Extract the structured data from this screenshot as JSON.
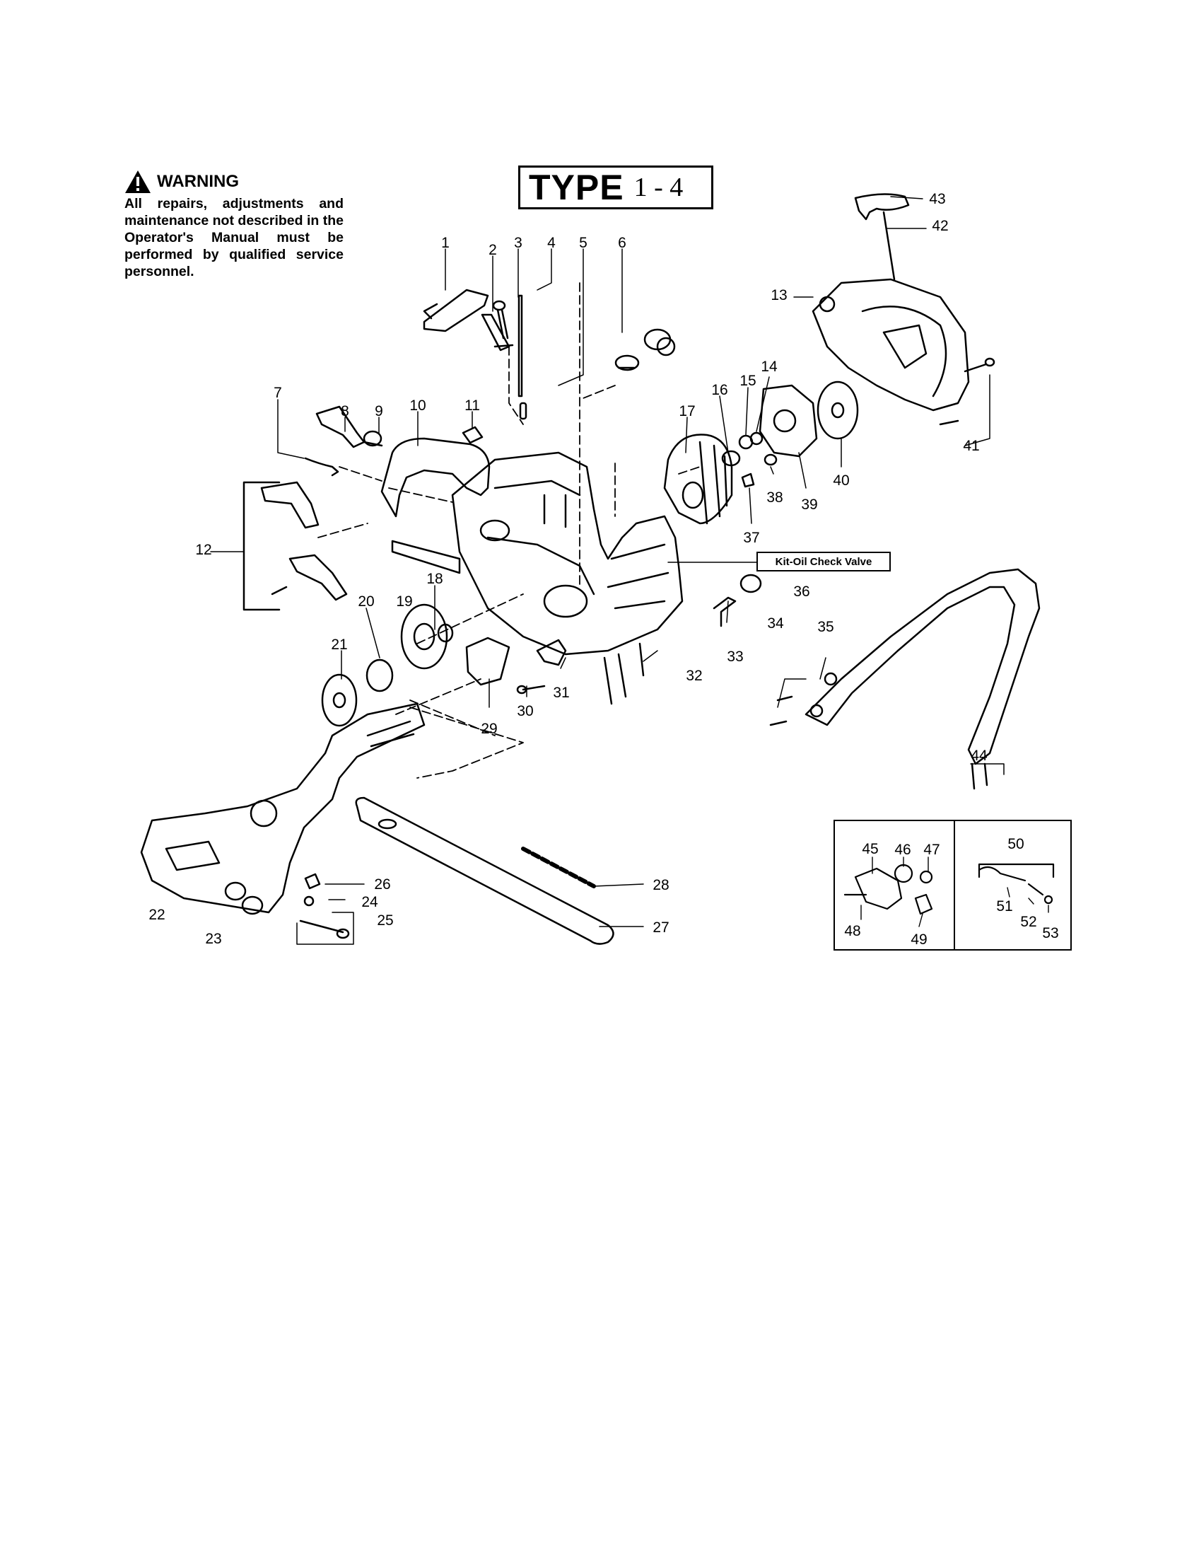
{
  "warning": {
    "title": "WARNING",
    "text": "All repairs, adjustments and maintenance not described in the Operator's Manual must be performed by qualified service personnel."
  },
  "type_box": {
    "word": "TYPE",
    "number": "1 - 4"
  },
  "kit_label": "Kit-Oil Check Valve",
  "part_numbers": [
    "1",
    "2",
    "3",
    "4",
    "5",
    "6",
    "7",
    "8",
    "9",
    "10",
    "11",
    "12",
    "13",
    "14",
    "15",
    "16",
    "17",
    "18",
    "19",
    "20",
    "21",
    "22",
    "23",
    "24",
    "25",
    "26",
    "27",
    "28",
    "29",
    "30",
    "31",
    "32",
    "33",
    "34",
    "35",
    "36",
    "37",
    "38",
    "39",
    "40",
    "41",
    "42",
    "43",
    "44",
    "45",
    "46",
    "47",
    "48",
    "49",
    "50",
    "51",
    "52",
    "53"
  ]
}
